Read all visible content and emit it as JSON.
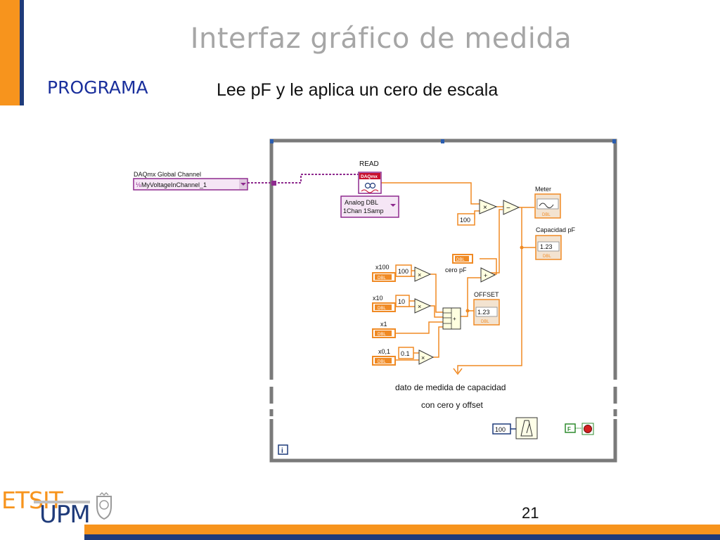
{
  "slide": {
    "title": "Interfaz gráfico de medida",
    "section": "PROGRAMA",
    "subtitle": "Lee  pF  y  le aplica un cero de escala",
    "page_number": "21"
  },
  "logo": {
    "etsit": "ETSIT",
    "upm": "UPM"
  },
  "diagram": {
    "channel_label": "DAQmx Global Channel",
    "channel_value": "MyVoltageInChannel_1",
    "read_label": "READ",
    "daqmx_badge": "DAQmx",
    "read_mode_line1": "Analog DBL",
    "read_mode_line2": "1Chan 1Samp",
    "const_100": "100",
    "meter_label": "Meter",
    "capacidad_label": "Capacidad  pF",
    "capacidad_value": "1.23",
    "cero_label": "cero  pF",
    "offset_label": "OFFSET",
    "offset_value": "1.23",
    "x100_label": "x100",
    "x100_const": "100",
    "x10_label": "x10",
    "x10_const": "10",
    "x1_label": "x1",
    "x01_label": "x0,1",
    "x01_const": "0.1",
    "dbl": "DBL",
    "comment_line1": "dato de medida de capacidad",
    "comment_line2": "con cero y offset",
    "wait_const": "100",
    "stop_const": "F",
    "info_icon": "i",
    "mult_symbol": "×",
    "sub_symbol": "−",
    "add_symbol": "+",
    "compound_symbol": "+"
  },
  "colors": {
    "orange": "#f7941d",
    "navy": "#1f3b7a",
    "title_gray": "#a6a6a6",
    "section_blue": "#1a2f9c",
    "wire_orange": "#f08a24",
    "wire_purple": "#8e2a8e"
  }
}
